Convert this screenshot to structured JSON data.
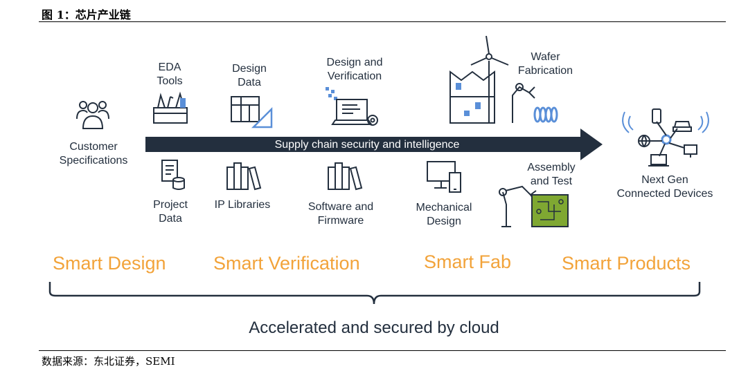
{
  "figure": {
    "title": "图 1：芯片产业链",
    "source": "数据来源：东北证券，SEMI"
  },
  "arrow": {
    "label": "Supply chain security and intelligence"
  },
  "nodes": {
    "customer": [
      "Customer",
      "Specifications"
    ],
    "eda": [
      "EDA",
      "Tools"
    ],
    "design_data": [
      "Design",
      "Data"
    ],
    "design_verif": [
      "Design and",
      "Verification"
    ],
    "wafer": [
      "Wafer",
      "Fabrication"
    ],
    "project": [
      "Project",
      "Data"
    ],
    "ip": [
      "IP Libraries"
    ],
    "software": [
      "Software and",
      "Firmware"
    ],
    "mechanical": [
      "Mechanical",
      "Design"
    ],
    "assembly": [
      "Assembly",
      "and Test"
    ],
    "next_gen": [
      "Next Gen",
      "Connected Devices"
    ]
  },
  "stages": [
    "Smart Design",
    "Smart Verification",
    "Smart Fab",
    "Smart Products"
  ],
  "footer": "Accelerated and secured by cloud",
  "colors": {
    "ink": "#232f3e",
    "accent": "#f2a33a",
    "icon_blue": "#5a8fd8",
    "chip_green": "#7fa832"
  }
}
